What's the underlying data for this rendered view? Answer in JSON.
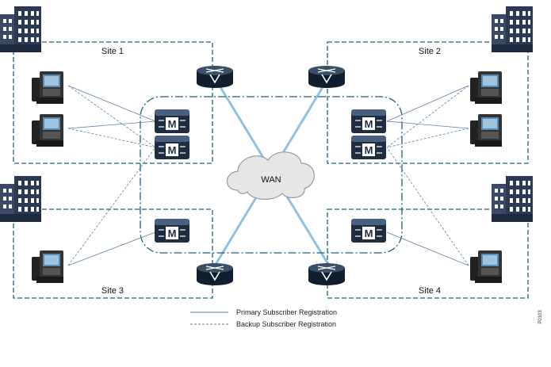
{
  "sites": [
    {
      "id": "site1",
      "label": "Site 1"
    },
    {
      "id": "site2",
      "label": "Site 2"
    },
    {
      "id": "site3",
      "label": "Site 3"
    },
    {
      "id": "site4",
      "label": "Site 4"
    }
  ],
  "wan": {
    "label": "WAN"
  },
  "legend": {
    "primary": "Primary Subscriber Registration",
    "backup": "Backup Subscriber Registration"
  },
  "figure_id": "P0103",
  "colors": {
    "site_border": "#1d5f7a",
    "cluster_border": "#1d5f7a",
    "wan_link": "#8fc1e3",
    "registration_line": "#5b7fa8",
    "building": "#2c3a55",
    "router": "#1f3148",
    "server": "#1f2d40"
  },
  "icons": {
    "building": "building-icon",
    "router": "router-icon",
    "phone": "ip-phone-icon",
    "server": "call-manager-server-icon",
    "wan": "wan-cloud-icon"
  }
}
